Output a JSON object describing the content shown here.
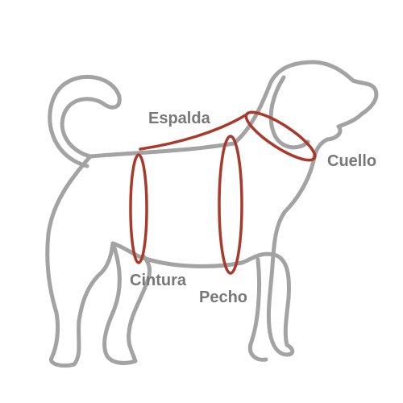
{
  "colors": {
    "outline": "#a3a3a3",
    "measure": "#a8392b",
    "label": "#777777",
    "background": "#ffffff"
  },
  "labels": {
    "espalda": "Espalda",
    "cuello": "Cuello",
    "cintura": "Cintura",
    "pecho": "Pecho"
  }
}
